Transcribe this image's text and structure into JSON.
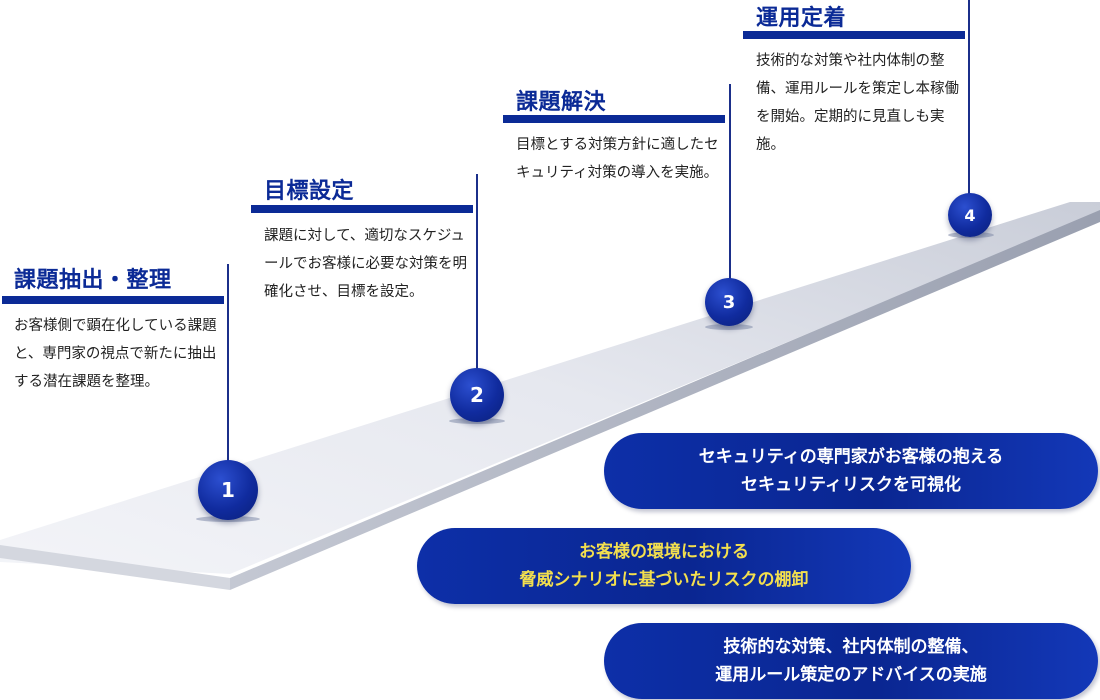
{
  "steps": [
    {
      "number": "1",
      "title": "課題抽出・整理",
      "desc": "お客様側で顕在化している課題と、専門家の視点で新たに抽出する潜在課題を整理。"
    },
    {
      "number": "2",
      "title": "目標設定",
      "desc": "課題に対して、適切なスケジュールでお客様に必要な対策を明確化させ、目標を設定。"
    },
    {
      "number": "3",
      "title": "課題解決",
      "desc": "目標とする対策方針に適したセキュリティ対策の導入を実施。"
    },
    {
      "number": "4",
      "title": "運用定着",
      "desc": "技術的な対策や社内体制の整備、運用ルールを策定し本稼働を開始。定期的に見直しも実施。"
    }
  ],
  "pills": [
    {
      "line1": "セキュリティの専門家がお客様の抱える",
      "line2": "セキュリティリスクを可視化"
    },
    {
      "line1": "お客様の環境における",
      "line2": "脅威シナリオに基づいたリスクの棚卸"
    },
    {
      "line1": "技術的な対策、社内体制の整備、",
      "line2": "運用ルール策定のアドバイスの実施"
    }
  ],
  "colors": {
    "primary": "#0b2a96",
    "highlight_text": "#f3df4e",
    "road_top": "#e9ebf1",
    "road_side": "#b7bcc9"
  }
}
